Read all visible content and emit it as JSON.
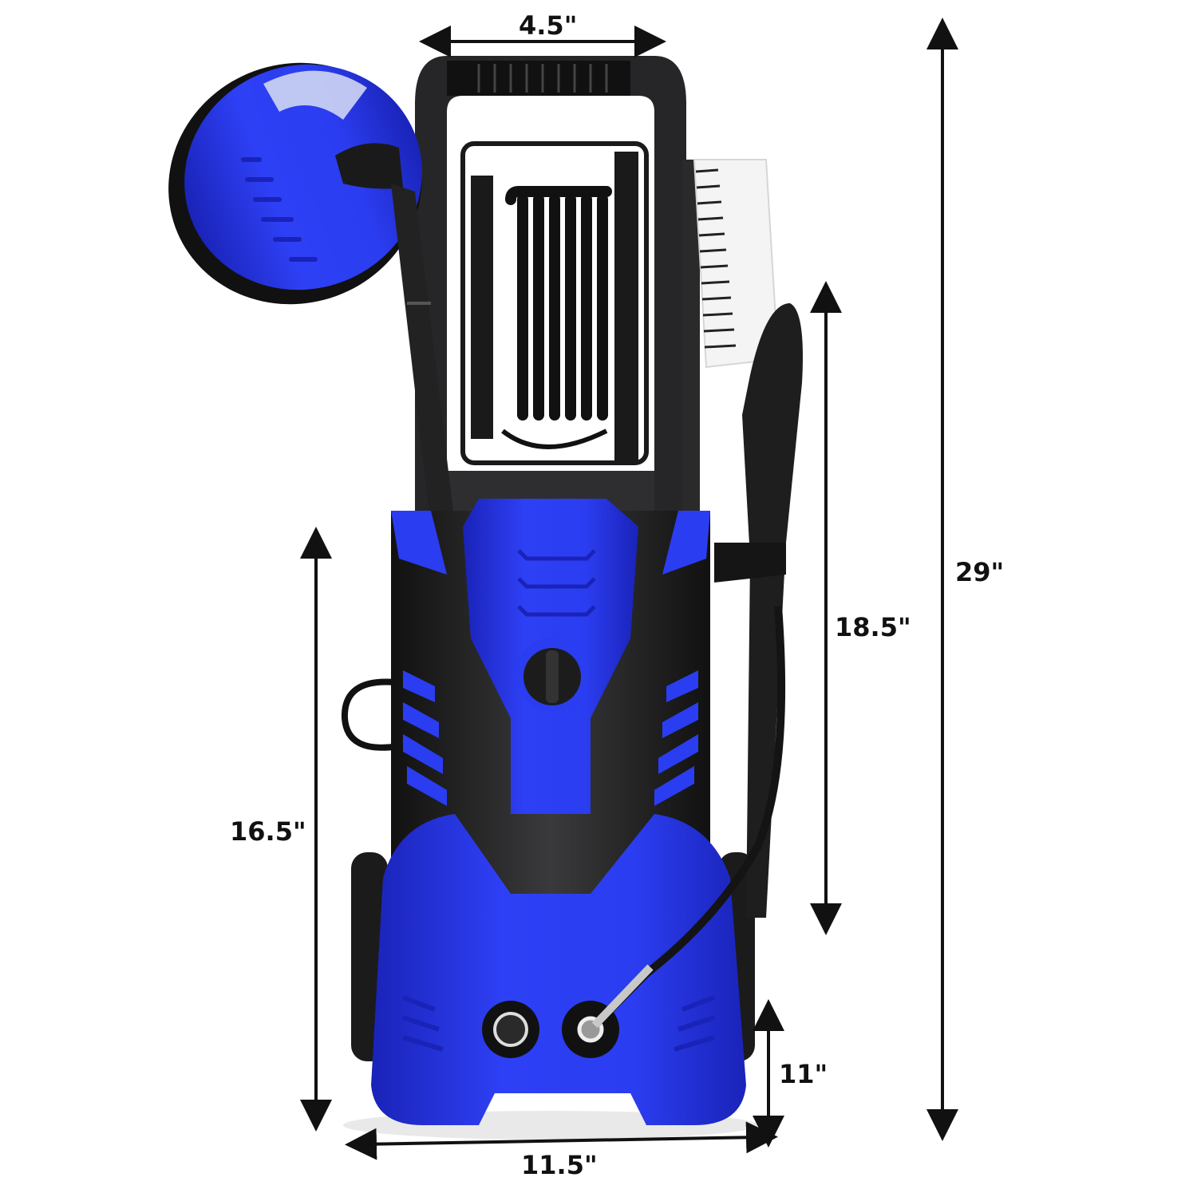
{
  "figure": {
    "subject": "Electric pressure washer with hose reel, surface cleaner, brush and spray gun (front view)",
    "colors": {
      "body_blue": "#2b3df0",
      "body_blue_dark": "#1a23b8",
      "body_black": "#1c1c1e",
      "frame_dark": "#2a2a2c",
      "brush_white": "#f4f4f4",
      "arrow": "#111111",
      "background": "#ffffff"
    }
  },
  "dimensions": {
    "top_handle_width": {
      "label": "4.5\"",
      "value": 4.5,
      "unit": "in"
    },
    "total_height": {
      "label": "29\"",
      "value": 29,
      "unit": "in"
    },
    "accessory_height": {
      "label": "18.5\"",
      "value": 18.5,
      "unit": "in"
    },
    "body_height": {
      "label": "16.5\"",
      "value": 16.5,
      "unit": "in"
    },
    "base_depth": {
      "label": "11\"",
      "value": 11,
      "unit": "in"
    },
    "base_width": {
      "label": "11.5\"",
      "value": 11.5,
      "unit": "in"
    }
  }
}
